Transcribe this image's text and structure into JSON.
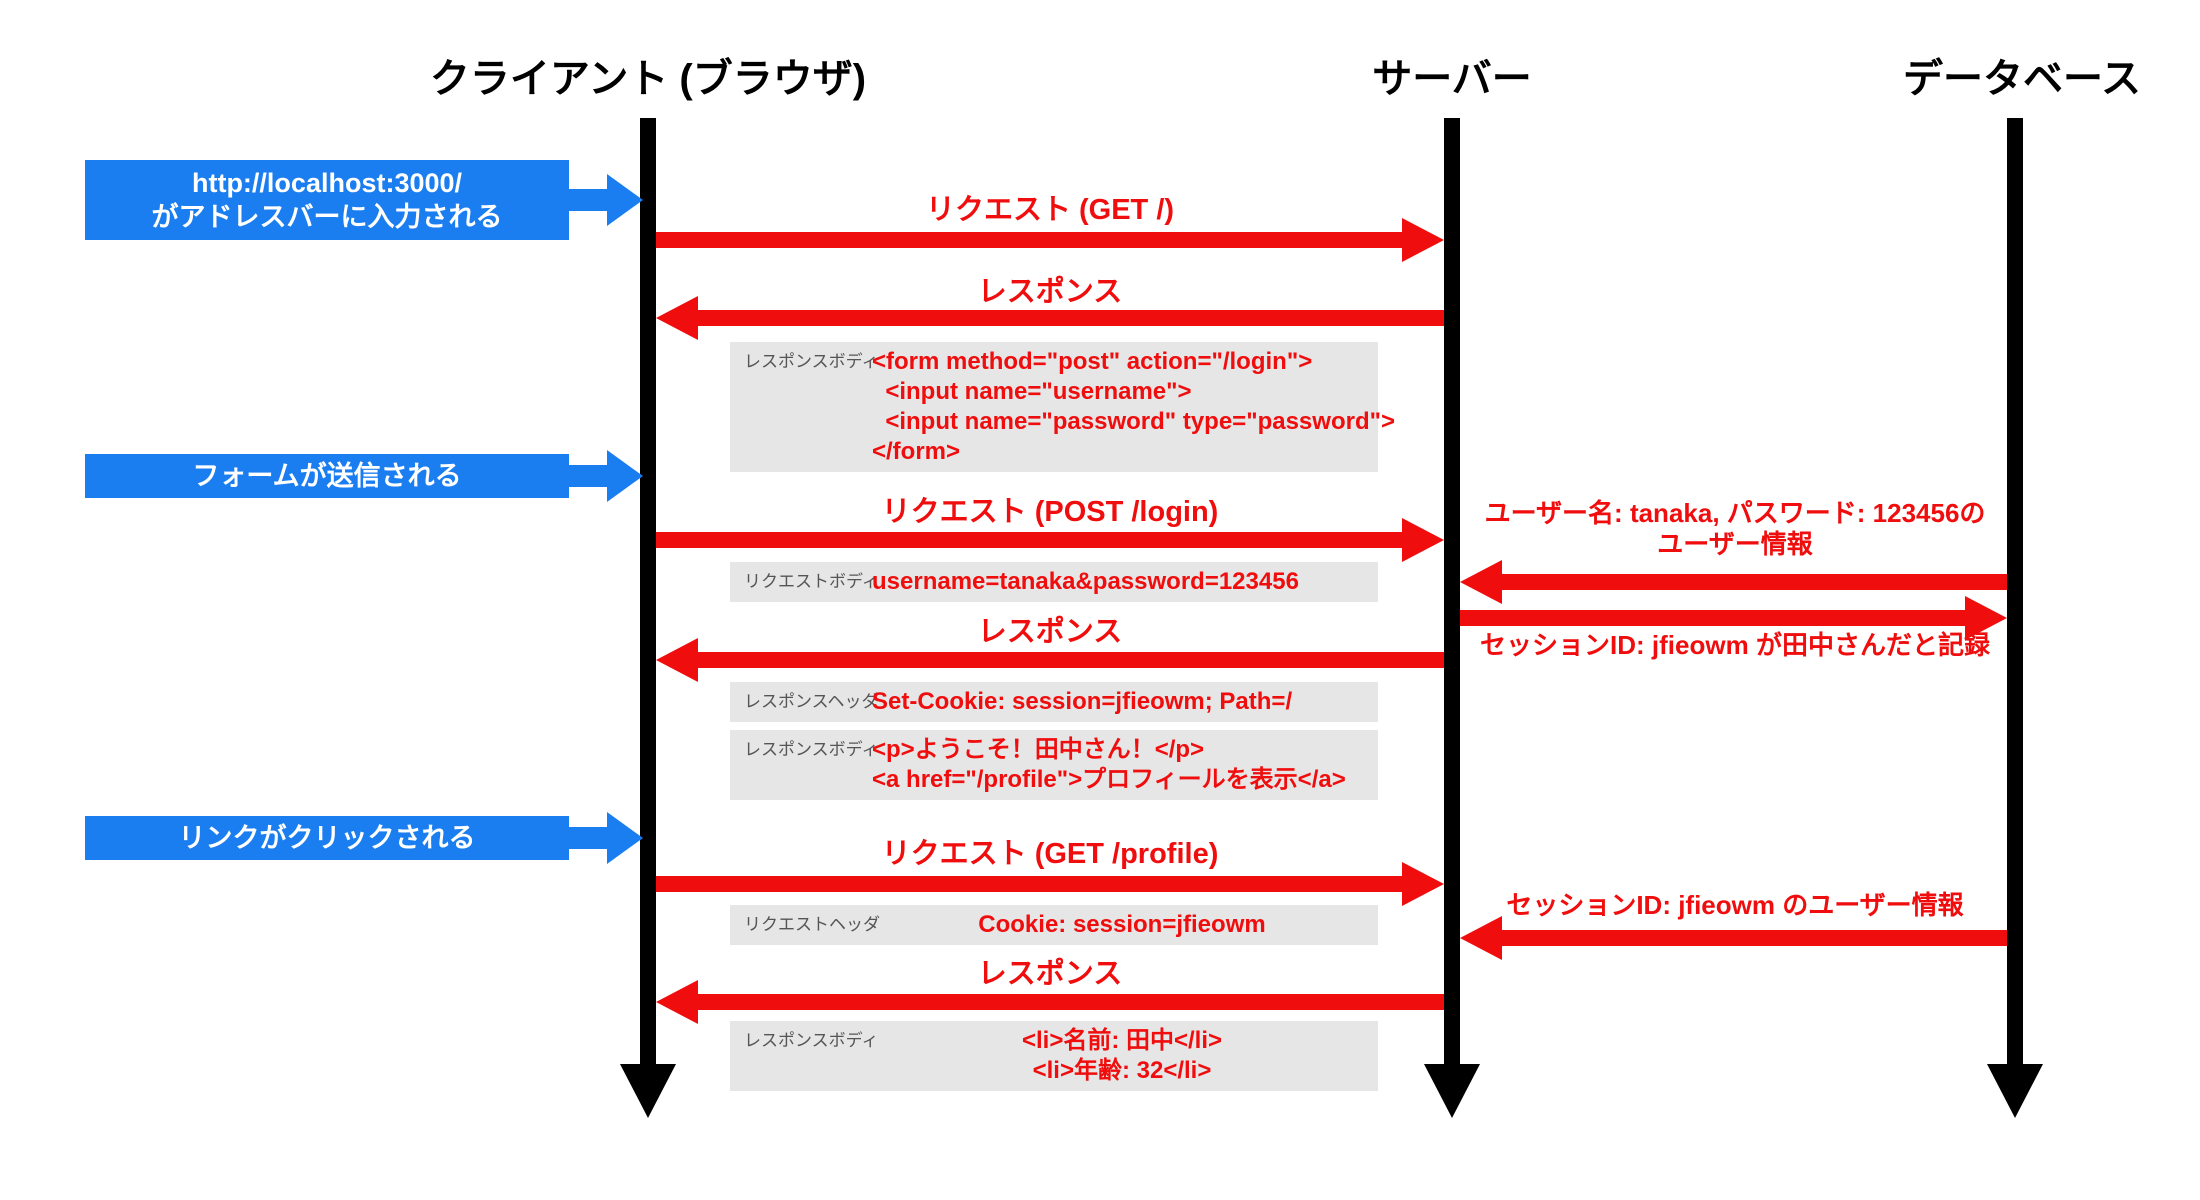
{
  "colors": {
    "red": "#f00d0d",
    "blue": "#1b7ef0",
    "gray_box": "#e6e6e6",
    "gray_label": "#555555",
    "black": "#000000"
  },
  "actors": [
    {
      "label": "クライアント (ブラウザ)"
    },
    {
      "label": "サーバー"
    },
    {
      "label": "データベース"
    }
  ],
  "events": [
    {
      "lines": [
        "http://localhost:3000/",
        "がアドレスバーに入力される"
      ]
    },
    {
      "lines": [
        "フォームが送信される"
      ]
    },
    {
      "lines": [
        "リンクがクリックされる"
      ]
    }
  ],
  "messages": [
    {
      "label": "リクエスト (GET /)",
      "direction": "client→server"
    },
    {
      "label": "レスポンス",
      "direction": "server→client"
    },
    {
      "label": "リクエスト (POST /login)",
      "direction": "client→server"
    },
    {
      "label": "レスポンス",
      "direction": "server→client"
    },
    {
      "label": "リクエスト (GET /profile)",
      "direction": "client→server"
    },
    {
      "label": "レスポンス",
      "direction": "server→client"
    }
  ],
  "db_messages": [
    {
      "lines": [
        "ユーザー名: tanaka, パスワード: 123456の",
        "ユーザー情報"
      ],
      "direction": "database→server"
    },
    {
      "lines": [
        "セッションID: jfieowm が田中さんだと記録"
      ],
      "direction": "server→database"
    },
    {
      "lines": [
        "セッションID: jfieowm のユーザー情報"
      ],
      "direction": "database→server"
    }
  ],
  "gray_boxes": [
    {
      "label": "レスポンスボディ",
      "lines": [
        "<form method=\"post\" action=\"/login\">",
        "  <input name=\"username\">",
        "  <input name=\"password\" type=\"password\">",
        "</form>"
      ]
    },
    {
      "label": "リクエストボディ",
      "lines": [
        "username=tanaka&password=123456"
      ]
    },
    {
      "label": "レスポンスヘッダ",
      "lines": [
        "Set-Cookie: session=jfieowm; Path=/"
      ]
    },
    {
      "label": "レスポンスボディ",
      "lines": [
        "<p>ようこそ！田中さん！</p>",
        "<a href=\"/profile\">プロフィールを表示</a>"
      ]
    },
    {
      "label": "リクエストヘッダ",
      "lines": [
        "Cookie: session=jfieowm"
      ]
    },
    {
      "label": "レスポンスボディ",
      "lines": [
        "<li>名前: 田中</li>",
        "<li>年齢: 32</li>"
      ]
    }
  ]
}
